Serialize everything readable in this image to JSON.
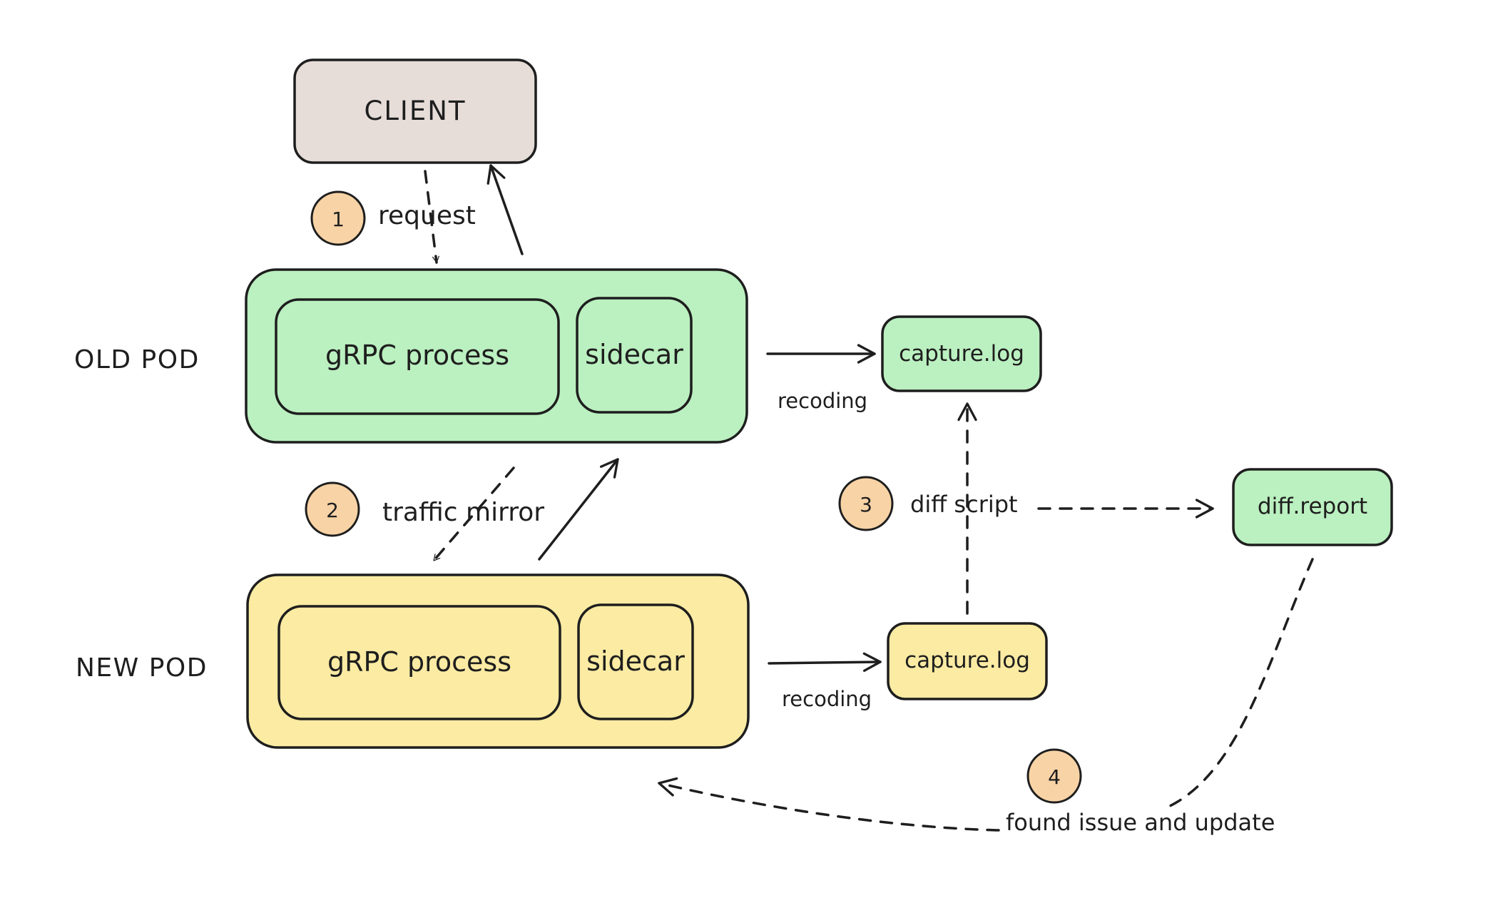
{
  "client": {
    "label": "CLIENT"
  },
  "old_pod": {
    "label": "OLD POD",
    "process": "gRPC process",
    "sidecar": "sidecar",
    "capture": "capture.log",
    "recording": "recoding"
  },
  "new_pod": {
    "label": "NEW POD",
    "process": "gRPC process",
    "sidecar": "sidecar",
    "capture": "capture.log",
    "recording": "recoding"
  },
  "report": {
    "label": "diff.report"
  },
  "steps": [
    {
      "number": "1",
      "label": "request"
    },
    {
      "number": "2",
      "label": "traffic mirror"
    },
    {
      "number": "3",
      "label": "diff script"
    },
    {
      "number": "4",
      "label": "found issue and update"
    }
  ],
  "colors": {
    "client_fill": "#e6ddd8",
    "old_fill": "#bbf0c0",
    "new_fill": "#fbeba3",
    "badge_fill": "#f8d3a6",
    "stroke": "#1e1e1e"
  }
}
